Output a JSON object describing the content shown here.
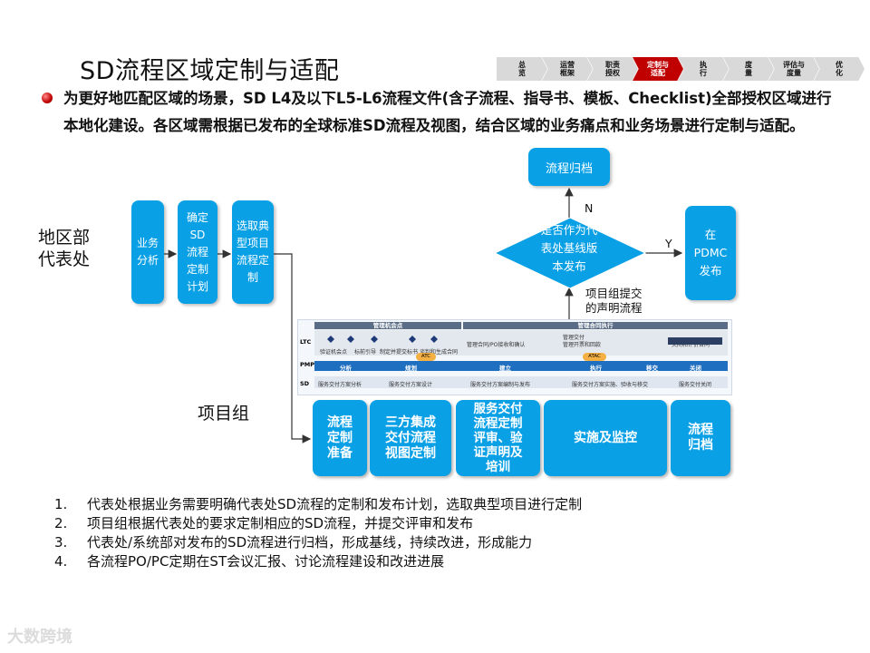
{
  "title": "SD流程区域定制与适配",
  "intro": "为更好地匹配区域的场景，SD L4及以下L5-L6流程文件(含子流程、指导书、模板、Checklist)全部授权区域进行本地化建设。各区域需根据已发布的全球标准SD流程及视图，结合区域的业务痛点和业务场景进行定制与适配。",
  "tabs": [
    "总\n览",
    "运营\n框架",
    "职责\n授权",
    "定制与\n适配",
    "执\n行",
    "度\n量",
    "评估与\n度量",
    "优\n化"
  ],
  "active_tab": 3,
  "colors": {
    "primary": "#0aa0e6",
    "tab_active": "#c00000",
    "tab_inactive": "#d9d9d9"
  },
  "labels": {
    "region": "地区部\n代表处",
    "project": "项目组"
  },
  "region_boxes": [
    "业务\n分析",
    "确定\nSD\n流程\n定制\n计划",
    "选取典\n型项目\n流程定\n制"
  ],
  "decision": "是否作为代\n表处基线版\n本发布",
  "archive": "流程归档",
  "pdmc": "在\nPDMC\n发布",
  "branch_n": "N",
  "branch_y": "Y",
  "submit_note": "项目组提交\n的声明流程",
  "strip": {
    "rows": [
      "LTC",
      "PMP",
      "SD"
    ],
    "ltc_top": [
      "管理机会点",
      "管理合同执行"
    ],
    "ltc_items": [
      "验证机会点",
      "标前引导",
      "制定并提交标书",
      "谈判和生成合同",
      "管理合同/PO接收和确认",
      "管理交付",
      "管理开票和回款",
      "关闭和评价合同"
    ],
    "ltc_badges": [
      "ATC",
      "ATAC"
    ],
    "pmp": [
      "分析",
      "规划",
      "建立",
      "执行",
      "移交",
      "关闭"
    ],
    "sd": [
      "服务交付方案分析",
      "服务交付方案设计",
      "服务交付方案编制与发布",
      "服务交付方案实施、验收与移交",
      "服务交付关闭"
    ]
  },
  "bottom_boxes": [
    "流程\n定制\n准备",
    "三方集成\n交付流程\n视图定制",
    "服务交付\n流程定制\n评审、验\n证声明及\n培训",
    "实施及监控",
    "流程\n归档"
  ],
  "steps": [
    {
      "num": "1.",
      "text": "代表处根据业务需要明确代表处SD流程的定制和发布计划，选取典型项目进行定制"
    },
    {
      "num": "2.",
      "text": "项目组根据代表处的要求定制相应的SD流程，并提交评审和发布"
    },
    {
      "num": "3.",
      "text": "代表处/系统部对发布的SD流程进行归档，形成基线，持续改进，形成能力"
    },
    {
      "num": "4.",
      "text": "各流程PO/PC定期在ST会议汇报、讨论流程建设和改进进展"
    }
  ],
  "watermark": "大数跨境"
}
